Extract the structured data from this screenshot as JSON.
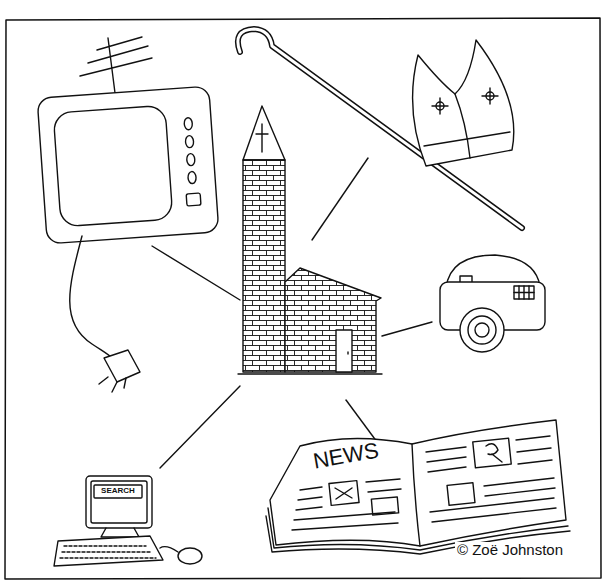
{
  "diagram": {
    "labels": [
      "SEARCH",
      "NEWS",
      "© Zoë Johnston"
    ]
  }
}
